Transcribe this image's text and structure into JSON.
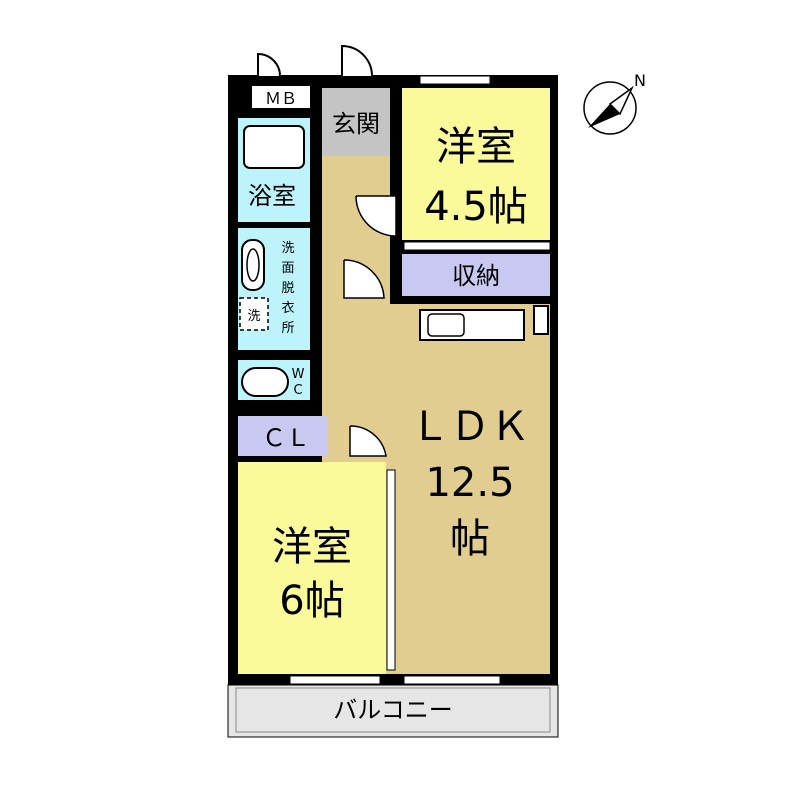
{
  "floorplan": {
    "rooms": {
      "western_room_1": {
        "name": "洋室",
        "size": "4.5帖"
      },
      "western_room_2": {
        "name": "洋室",
        "size": "6帖"
      },
      "ldk": {
        "name": "ＬＤＫ",
        "size": "12.5",
        "unit": "帖"
      },
      "entrance": "玄関",
      "storage": "収納",
      "bathroom": "浴室",
      "washroom": [
        "洗",
        "面",
        "脱",
        "衣",
        "所"
      ],
      "washer": "洗",
      "wc": [
        "W",
        "C"
      ],
      "closet": "ＣＬ",
      "meter_box": "ＭＢ",
      "balcony": "バルコニー"
    },
    "compass": {
      "label": "N"
    },
    "colors": {
      "western_room": "#fafa9a",
      "ldk": "#e0cd8f",
      "storage": "#c8c8f0",
      "bath": "#bdf3fb",
      "entrance": "#c4c4c4",
      "hall": "#e0cd8f",
      "balcony": "#e6e6e6",
      "wall": "#000000"
    }
  }
}
